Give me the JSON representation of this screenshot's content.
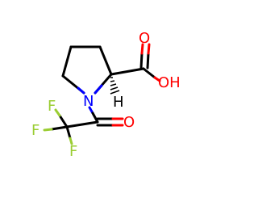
{
  "colors": {
    "background": "#ffffff",
    "carbon_bond": "#000000",
    "oxygen": "#ff0000",
    "nitrogen": "#0000ff",
    "fluorine": "#9acd32"
  },
  "atoms": {
    "nitrogen": "N",
    "carbonyl_oxygen": "O",
    "hydroxyl": "OH",
    "fluorine_top": "F",
    "fluorine_left": "F",
    "fluorine_bottom": "F",
    "stereo_hydrogen": "H"
  }
}
